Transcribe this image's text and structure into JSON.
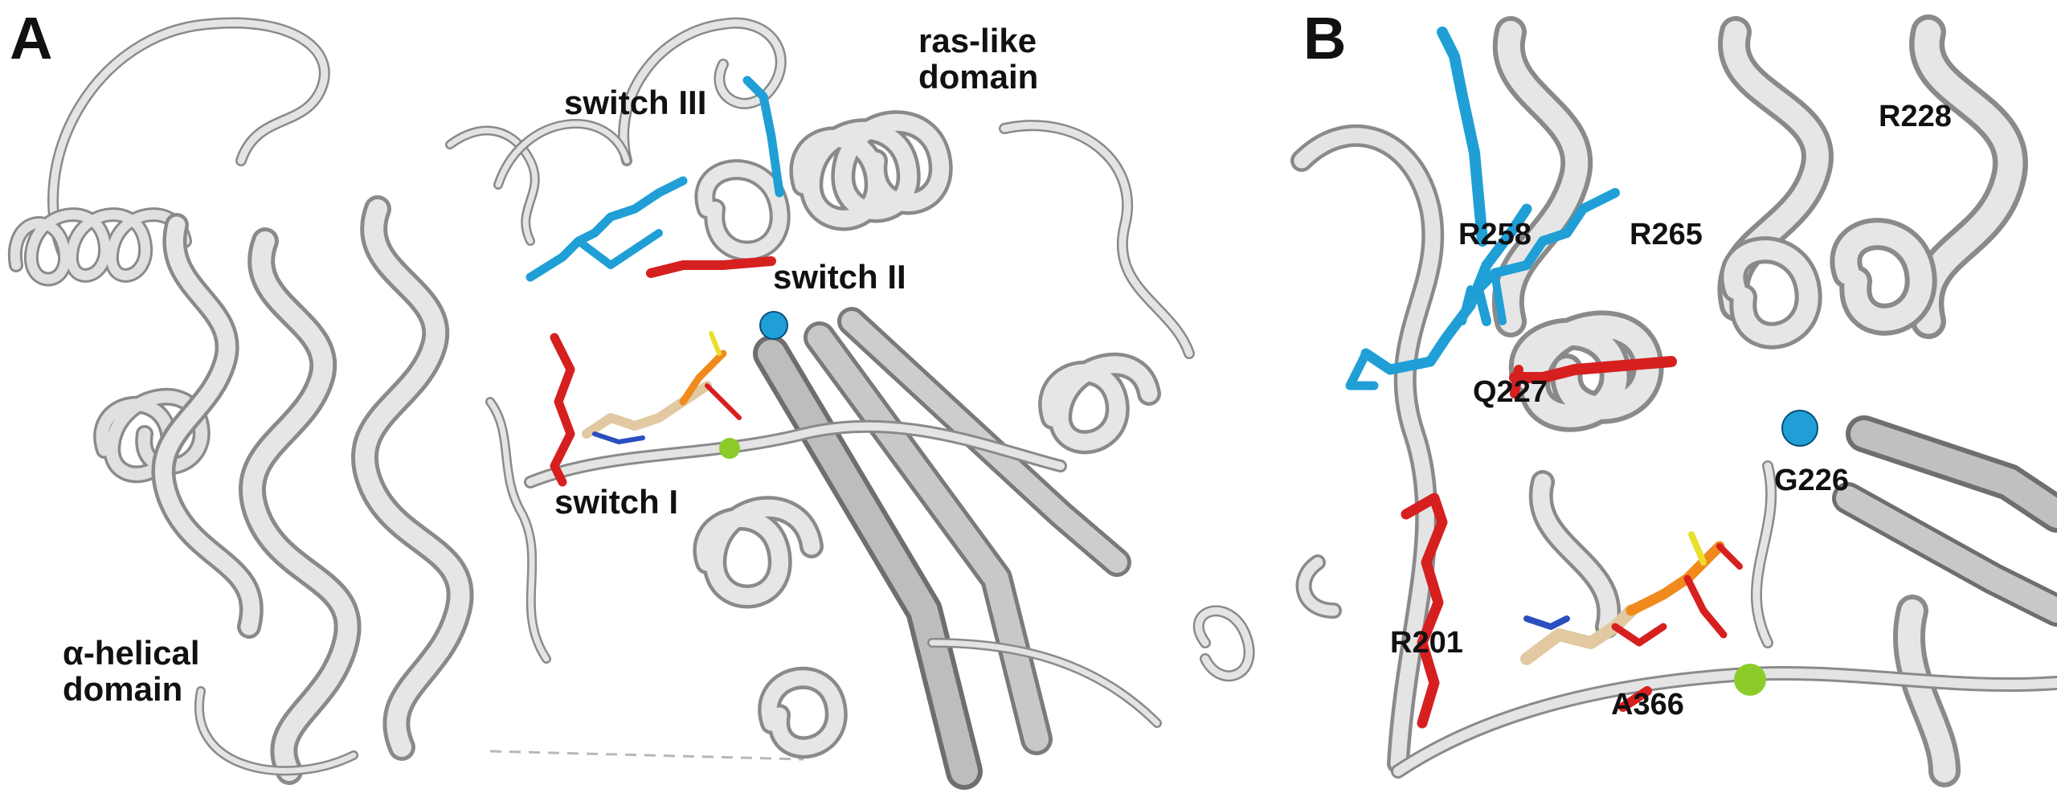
{
  "panels": [
    {
      "id": "A",
      "letter": "A",
      "labels": {
        "switch_iii": "switch III",
        "switch_ii": "switch II",
        "switch_i": "switch I",
        "ras_like_line1": "ras-like",
        "ras_like_line2": "domain",
        "alpha_line1": "α-helical",
        "alpha_line2": "domain"
      }
    },
    {
      "id": "B",
      "letter": "B",
      "residues": [
        "R228",
        "R258",
        "R265",
        "Q227",
        "G226",
        "R201",
        "A366"
      ]
    }
  ],
  "colors": {
    "ribbon": "#d6d6d6",
    "ribbon_edge": "#8a8a8a",
    "blue_residue": "#1f9fd6",
    "red_residue": "#d62020",
    "nucleotide": "#e2c9a2",
    "phosphate": "#f08a1c",
    "magnesium": "#8ccc2a",
    "glycine_marker": "#1f9fd6"
  }
}
